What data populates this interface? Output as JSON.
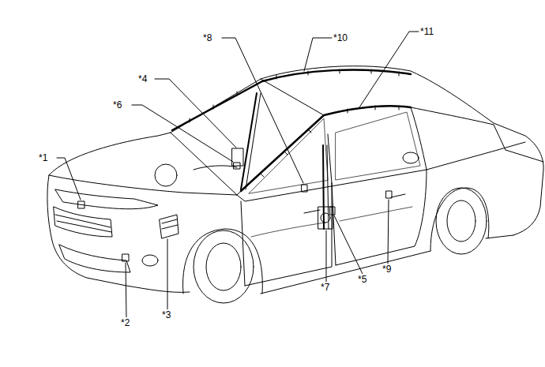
{
  "diagram": {
    "labels": [
      "*1",
      "*2",
      "*3",
      "*4",
      "*5",
      "*6",
      "*7",
      "*8",
      "*9",
      "*10",
      "*11"
    ]
  }
}
